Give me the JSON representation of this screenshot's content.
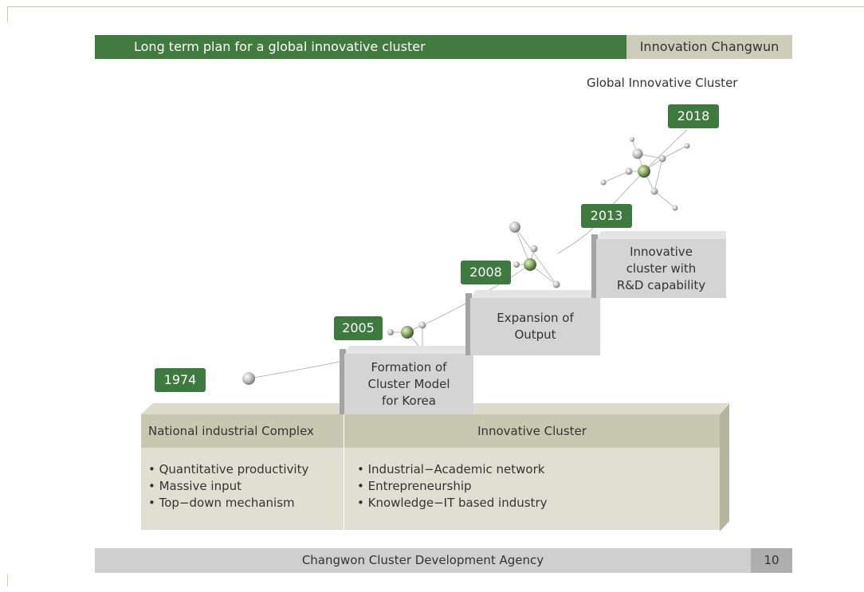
{
  "header": {
    "title": "Long term plan for a global innovative cluster",
    "tag": "Innovation Changwun"
  },
  "diagram": {
    "top_label": "Global Innovative Cluster",
    "years": [
      "1974",
      "2005",
      "2008",
      "2013",
      "2018"
    ],
    "steps": [
      {
        "year": "2005",
        "lines": [
          "Formation of",
          "Cluster Model",
          "for Korea"
        ]
      },
      {
        "year": "2008",
        "lines": [
          "Expansion of",
          "Output"
        ]
      },
      {
        "year": "2013",
        "lines": [
          "Innovative",
          "cluster with",
          "R&D capability"
        ]
      }
    ]
  },
  "platform": {
    "left": {
      "heading": "National industrial Complex",
      "bullets": [
        "• Quantitative productivity",
        "• Massive input",
        "• Top−down mechanism"
      ]
    },
    "right": {
      "heading": "Innovative Cluster",
      "bullets": [
        "• Industrial−Academic network",
        "• Entrepreneurship",
        "• Knowledge−IT based industry"
      ]
    }
  },
  "footer": {
    "agency": "Changwon Cluster Development Agency",
    "page_number": "10"
  },
  "colors": {
    "accent_green": "#407a3f",
    "tag_beige": "#cbcdb8",
    "step_gray": "#d4d4d4",
    "platform_head": "#c6c8b0",
    "platform_body": "#dfe0d2"
  }
}
